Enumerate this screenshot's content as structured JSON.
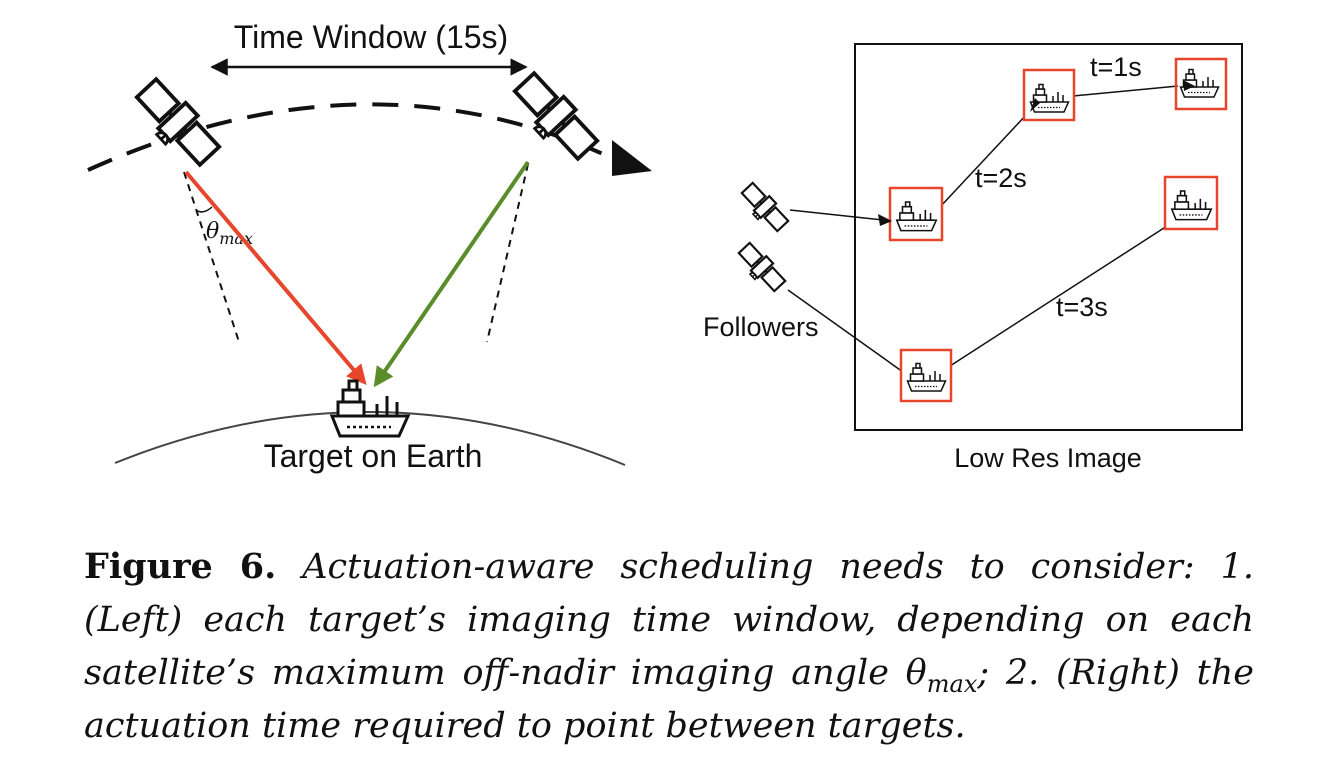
{
  "left_panel": {
    "time_window_label": "Time Window (15s)",
    "angle_symbol": "θ",
    "angle_subscript": "max",
    "target_label": "Target on Earth"
  },
  "right_panel": {
    "t1_label": "t=1s",
    "t2_label": "t=2s",
    "t3_label": "t=3s",
    "followers_label": "Followers",
    "image_label": "Low Res Image"
  },
  "caption": {
    "figure_label": "Figure 6.",
    "text_before": "Actuation-aware scheduling needs to consider: 1. (Left) each target’s imaging time window, depending on each satellite’s maximum off-nadir imaging angle θ",
    "subscript": "max",
    "text_after": "; 2. (Right) the actuation time required to point between targets."
  },
  "colors": {
    "red_arrow": "#e8462c",
    "green_arrow": "#5b8c2a",
    "target_box": "#e8462c",
    "stroke": "#111111"
  }
}
